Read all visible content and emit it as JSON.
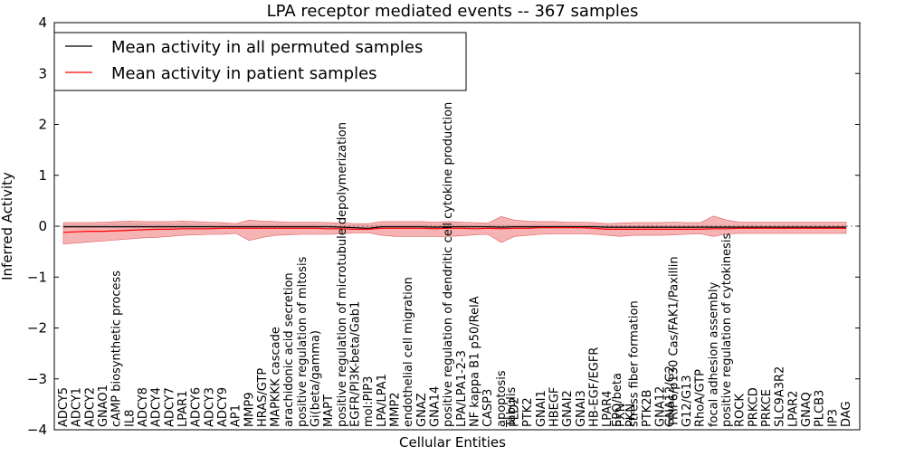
{
  "chart_data": {
    "type": "line",
    "title": "LPA receptor mediated events -- 367 samples",
    "xlabel": "Cellular Entities",
    "ylabel": "Inferred Activity",
    "ylim": [
      -4,
      4
    ],
    "yticks": [
      -4,
      -3,
      -2,
      -1,
      0,
      1,
      2,
      3,
      4
    ],
    "ytick_labels": [
      "−4",
      "−3",
      "−2",
      "−1",
      "0",
      "1",
      "2",
      "3",
      "4"
    ],
    "grid": false,
    "legend_position": "top-left",
    "categories": [
      "ADCY5",
      "ADCY1",
      "ADCY2",
      "GNAO1",
      "cAMP biosynthetic process",
      "IL8",
      "ADCY8",
      "ADCY4",
      "ADCY7",
      "LPAR1",
      "ADCY6",
      "ADCY3",
      "ADCY9",
      "AP1",
      "MMP9",
      "HRAS/GTP",
      "MAPKKK cascade",
      "arachidonic acid secretion",
      "positive regulation of mitosis",
      "Gi(beta/gamma)",
      "MAPT",
      "positive regulation of microtubule depolymerization",
      "EGFR/PI3K-beta/Gab1",
      "mol:PIP3",
      "LPA/LPA1",
      "MMP2",
      "endothelial cell migration",
      "GNAZ",
      "GNA14",
      "positive regulation of dendritic cell cytokine production",
      "LPA/LPA1-2-3",
      "NF kappa B1 p50/RelA",
      "CASP3",
      "apoptosis",
      "PLD2",
      "PTK2",
      "GNAI1",
      "HBEGF",
      "GNAI2",
      "GNAI3",
      "HB-EGF/EGFR",
      "LPAR4",
      "PXN",
      "stress fiber formation",
      "PTK2B",
      "GNA12",
      "TRIP6/p130 Cas/FAK1/Paxillin",
      "G12/G13",
      "RhoA/GTP",
      "focal adhesion assembly",
      "positive regulation of cytokinesis",
      "ROCK",
      "PRKCD",
      "PRKCE",
      "SLC9A3R2",
      "LPAR2",
      "GNAQ",
      "PLCB3",
      "IP3",
      "DAG"
    ],
    "extra_labels": [
      {
        "text": "Tabulis",
        "category_index": 33
      },
      {
        "text": "EPO/beta",
        "category_index": 41
      },
      {
        "text": "PKN",
        "category_index": 42
      },
      {
        "text": "GNA12/G2",
        "category_index": 45
      }
    ],
    "series": [
      {
        "name": "Mean activity in all permuted samples",
        "color": "#000000",
        "values": [
          -0.01,
          -0.01,
          -0.01,
          -0.01,
          -0.01,
          -0.01,
          -0.01,
          -0.01,
          -0.01,
          -0.01,
          -0.01,
          -0.01,
          -0.01,
          -0.01,
          -0.01,
          -0.01,
          -0.01,
          -0.01,
          -0.01,
          -0.01,
          -0.01,
          -0.02,
          -0.03,
          -0.04,
          -0.01,
          -0.01,
          -0.01,
          -0.01,
          -0.02,
          -0.01,
          -0.01,
          -0.01,
          -0.01,
          -0.02,
          -0.01,
          -0.01,
          -0.01,
          -0.01,
          -0.01,
          -0.01,
          -0.01,
          -0.02,
          -0.02,
          -0.02,
          -0.02,
          -0.02,
          -0.02,
          -0.02,
          -0.02,
          -0.02,
          -0.02,
          -0.02,
          -0.02,
          -0.02,
          -0.02,
          -0.02,
          -0.02,
          -0.02,
          -0.02,
          -0.02
        ],
        "lower": [
          -0.04,
          -0.04,
          -0.04,
          -0.04,
          -0.04,
          -0.04,
          -0.04,
          -0.04,
          -0.04,
          -0.04,
          -0.04,
          -0.04,
          -0.04,
          -0.04,
          -0.04,
          -0.04,
          -0.04,
          -0.04,
          -0.04,
          -0.04,
          -0.04,
          -0.05,
          -0.06,
          -0.07,
          -0.04,
          -0.04,
          -0.04,
          -0.04,
          -0.05,
          -0.04,
          -0.04,
          -0.04,
          -0.04,
          -0.05,
          -0.04,
          -0.04,
          -0.04,
          -0.04,
          -0.04,
          -0.04,
          -0.04,
          -0.05,
          -0.05,
          -0.05,
          -0.05,
          -0.05,
          -0.05,
          -0.05,
          -0.05,
          -0.05,
          -0.05,
          -0.05,
          -0.05,
          -0.05,
          -0.05,
          -0.05,
          -0.05,
          -0.05,
          -0.05,
          -0.05
        ],
        "upper": [
          0.04,
          0.04,
          0.04,
          0.05,
          0.06,
          0.07,
          0.06,
          0.05,
          0.05,
          0.06,
          0.05,
          0.04,
          0.04,
          0.03,
          0.04,
          0.04,
          0.04,
          0.04,
          0.04,
          0.04,
          0.03,
          0.02,
          0.02,
          0.02,
          0.04,
          0.04,
          0.04,
          0.04,
          0.03,
          0.04,
          0.04,
          0.03,
          0.03,
          0.03,
          0.03,
          0.03,
          0.03,
          0.03,
          0.03,
          0.03,
          0.03,
          0.02,
          0.02,
          0.02,
          0.02,
          0.02,
          0.02,
          0.02,
          0.02,
          0.02,
          0.02,
          0.02,
          0.02,
          0.02,
          0.02,
          0.02,
          0.02,
          0.02,
          0.02,
          0.02
        ]
      },
      {
        "name": "Mean activity in patient samples",
        "color": "#ff0000",
        "band_color": "#f08080",
        "values": [
          -0.12,
          -0.11,
          -0.1,
          -0.1,
          -0.09,
          -0.08,
          -0.07,
          -0.06,
          -0.06,
          -0.05,
          -0.05,
          -0.05,
          -0.04,
          -0.04,
          -0.04,
          -0.04,
          -0.04,
          -0.04,
          -0.04,
          -0.04,
          -0.05,
          -0.05,
          -0.06,
          -0.06,
          -0.04,
          -0.04,
          -0.04,
          -0.04,
          -0.05,
          -0.04,
          -0.04,
          -0.05,
          -0.04,
          -0.05,
          -0.04,
          -0.04,
          -0.03,
          -0.03,
          -0.03,
          -0.03,
          -0.04,
          -0.06,
          -0.06,
          -0.06,
          -0.06,
          -0.06,
          -0.06,
          -0.06,
          -0.06,
          -0.05,
          -0.05,
          -0.04,
          -0.04,
          -0.04,
          -0.04,
          -0.04,
          -0.04,
          -0.04,
          -0.04,
          -0.04
        ],
        "lower": [
          -0.35,
          -0.33,
          -0.31,
          -0.29,
          -0.27,
          -0.25,
          -0.23,
          -0.22,
          -0.2,
          -0.18,
          -0.17,
          -0.16,
          -0.16,
          -0.14,
          -0.28,
          -0.22,
          -0.18,
          -0.17,
          -0.16,
          -0.16,
          -0.16,
          -0.15,
          -0.13,
          -0.13,
          -0.18,
          -0.2,
          -0.2,
          -0.2,
          -0.2,
          -0.2,
          -0.19,
          -0.17,
          -0.16,
          -0.32,
          -0.2,
          -0.18,
          -0.16,
          -0.15,
          -0.15,
          -0.15,
          -0.16,
          -0.18,
          -0.2,
          -0.18,
          -0.18,
          -0.18,
          -0.17,
          -0.16,
          -0.15,
          -0.2,
          -0.15,
          -0.14,
          -0.14,
          -0.14,
          -0.14,
          -0.14,
          -0.14,
          -0.14,
          -0.14,
          -0.14
        ],
        "upper": [
          0.07,
          0.07,
          0.07,
          0.08,
          0.09,
          0.1,
          0.09,
          0.09,
          0.09,
          0.1,
          0.09,
          0.08,
          0.07,
          0.05,
          0.12,
          0.1,
          0.09,
          0.08,
          0.08,
          0.08,
          0.07,
          0.06,
          0.05,
          0.05,
          0.09,
          0.09,
          0.09,
          0.09,
          0.08,
          0.09,
          0.08,
          0.07,
          0.06,
          0.19,
          0.12,
          0.1,
          0.09,
          0.09,
          0.08,
          0.08,
          0.07,
          0.05,
          0.06,
          0.07,
          0.07,
          0.07,
          0.08,
          0.07,
          0.07,
          0.2,
          0.12,
          0.08,
          0.08,
          0.08,
          0.08,
          0.08,
          0.08,
          0.08,
          0.08,
          0.08
        ]
      }
    ]
  }
}
